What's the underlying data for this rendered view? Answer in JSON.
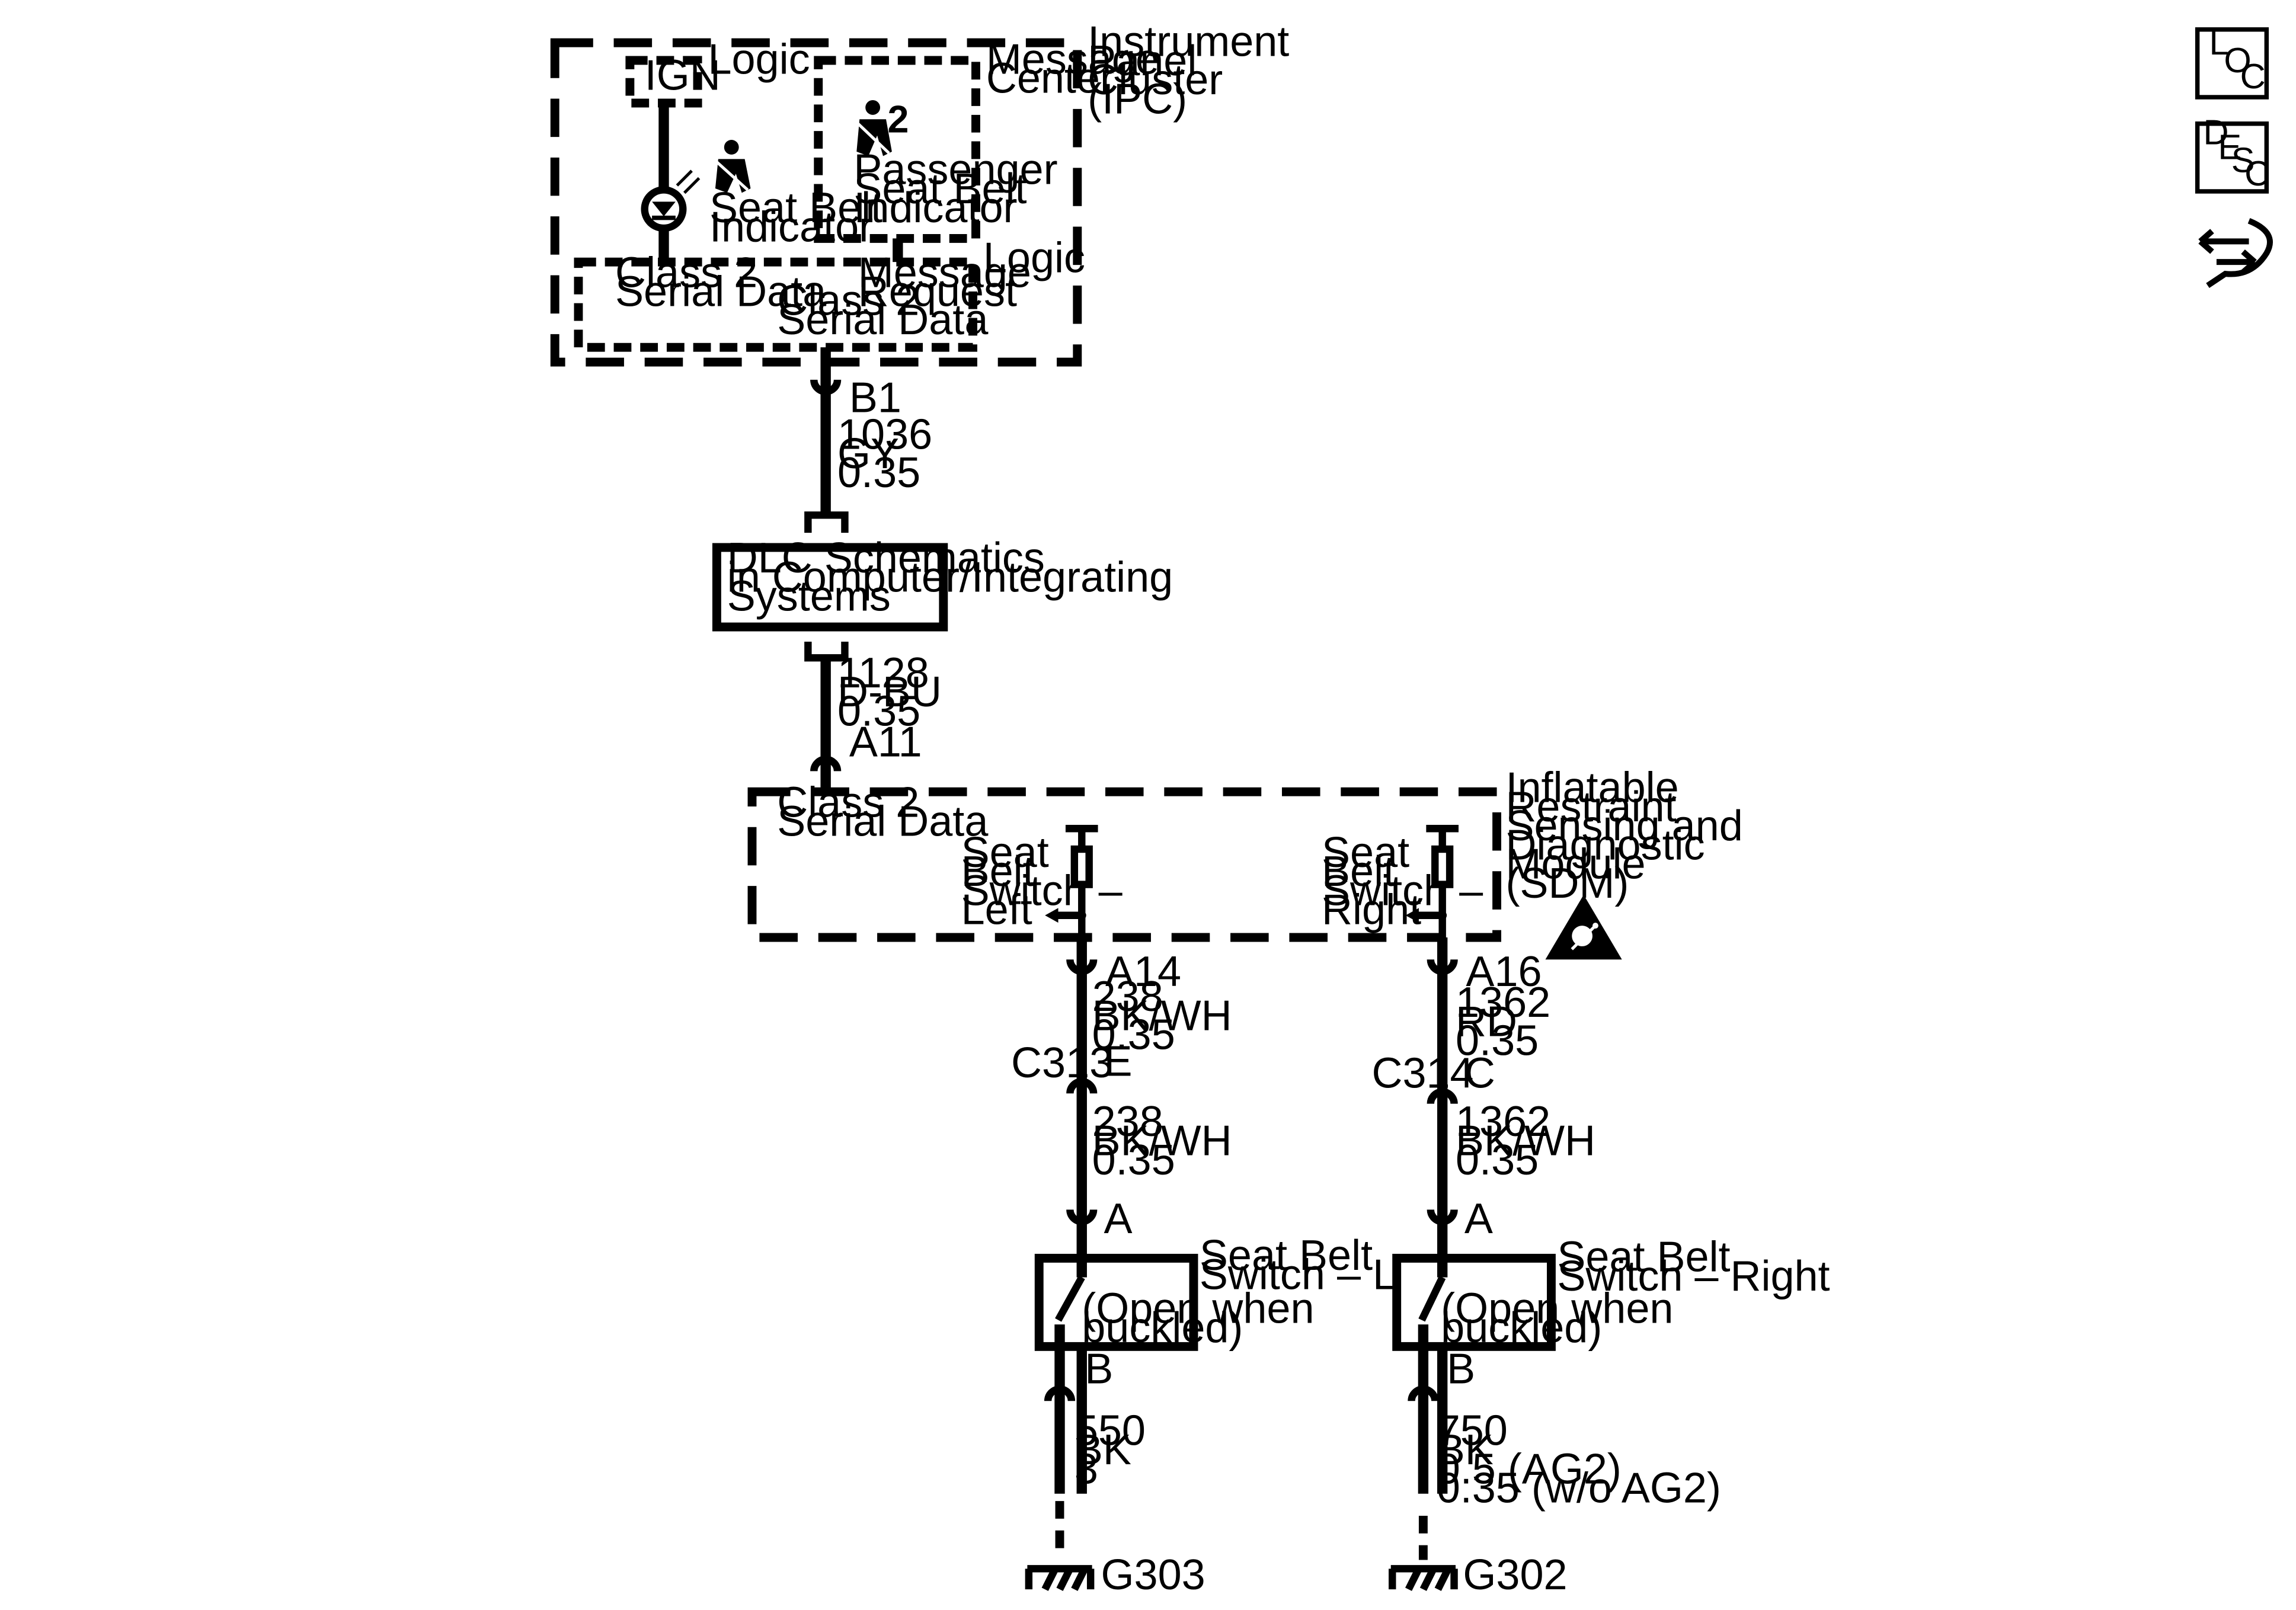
{
  "ipc": {
    "name": [
      "Instrument",
      "Panel",
      "Cluster",
      "(IPC)"
    ],
    "ign": "IGN",
    "logic_top": "Logic",
    "message_center": [
      "Message",
      "Center"
    ],
    "passenger_indicator": [
      "Passenger",
      "Seat Belt",
      "Indicator"
    ],
    "seat_belt_indicator": [
      "Seat Belt",
      "Indicator"
    ],
    "logic_bottom": "Logic",
    "class2_left": [
      "Class 2",
      "Serial Data"
    ],
    "message_request": [
      "Message",
      "Request"
    ],
    "class2_center": [
      "Class 2",
      "Serial Data"
    ],
    "passenger_icon_digit": "2"
  },
  "connectors": {
    "b1": "B1",
    "a11": "A11",
    "a14": "A14",
    "a16": "A16",
    "c313": "C313",
    "c313_pin": "E",
    "c314": "C314",
    "c314_pin": "C",
    "left_switch_a": "A",
    "right_switch_a": "A",
    "left_switch_b": "B",
    "right_switch_b": "B"
  },
  "wires": {
    "w1036": [
      "1036",
      "GY",
      "0.35"
    ],
    "w1128": [
      "1128",
      "D-BU",
      "0.35"
    ],
    "w238_a": [
      "238",
      "BK/WH",
      "0.35"
    ],
    "w238_b": [
      "238",
      "BK/WH",
      "0.35"
    ],
    "w1362_a": [
      "1362",
      "RD",
      "0.35"
    ],
    "w1362_b": [
      "1362",
      "BK/WH",
      "0.35"
    ],
    "w550": [
      "550",
      "BK",
      "3"
    ],
    "w750": [
      "750",
      "BK",
      "0.5 (AG2)",
      "0.35 (w/o AG2)"
    ]
  },
  "dlc": [
    "DLC Schematics",
    "in Computer/Integrating",
    "Systems"
  ],
  "sdm": {
    "name": [
      "Inflatable",
      "Restraint",
      "Sensing and",
      "Diagnostic",
      "Module",
      "(SDM)"
    ],
    "class2": [
      "Class 2",
      "Serial Data"
    ],
    "switch_left": [
      "Seat",
      "Belt",
      "Switch –",
      "Left"
    ],
    "switch_right": [
      "Seat",
      "Belt",
      "Switch –",
      "Right"
    ]
  },
  "switches": {
    "left_name": [
      "Seat Belt",
      "Switch – Left"
    ],
    "left_note": [
      "(Open when",
      "buckled)"
    ],
    "right_name": [
      "Seat Belt",
      "Switch – Right"
    ],
    "right_note": [
      "(Open when",
      "buckled)"
    ]
  },
  "grounds": {
    "left": "G303",
    "right": "G302"
  },
  "side_icons": {
    "loc": [
      "L",
      "O",
      "C"
    ],
    "desc": [
      "D",
      "E",
      "S",
      "C"
    ],
    "schematic_icon": "wiring-harness-icon"
  }
}
